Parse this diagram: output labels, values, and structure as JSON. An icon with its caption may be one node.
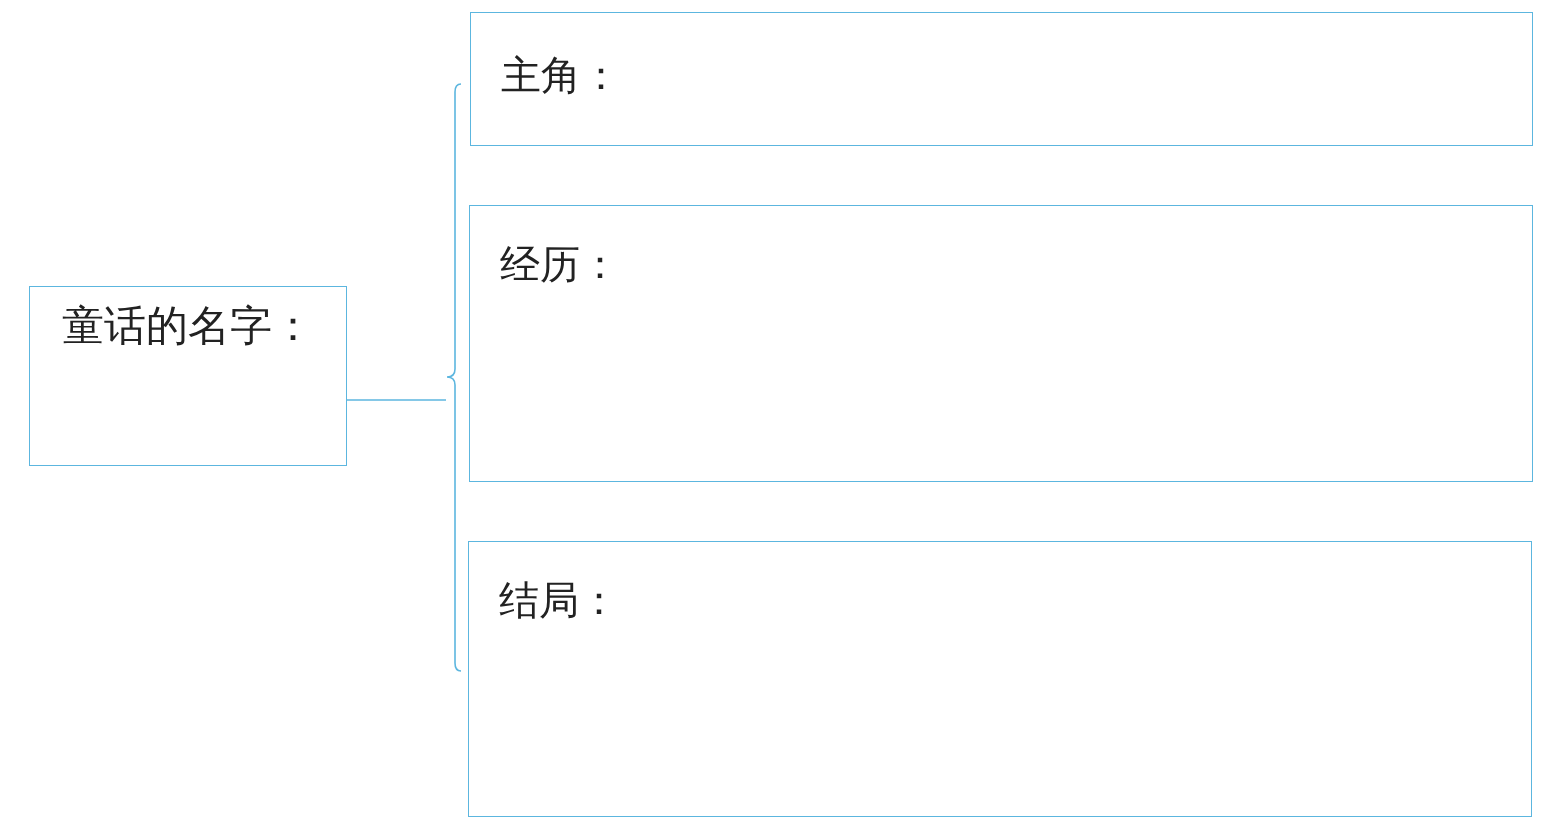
{
  "diagram": {
    "nodes": [
      {
        "text": [
          "童话的名字："
        ]
      },
      {
        "text": [
          "主角："
        ]
      },
      {
        "text": [
          "经历："
        ]
      },
      {
        "text": [
          "结局："
        ]
      },
      {
        "text": [],
        "shape": "bracket"
      }
    ],
    "edges": [
      {
        "from": 0,
        "to": 4,
        "arrow": "none"
      }
    ]
  }
}
